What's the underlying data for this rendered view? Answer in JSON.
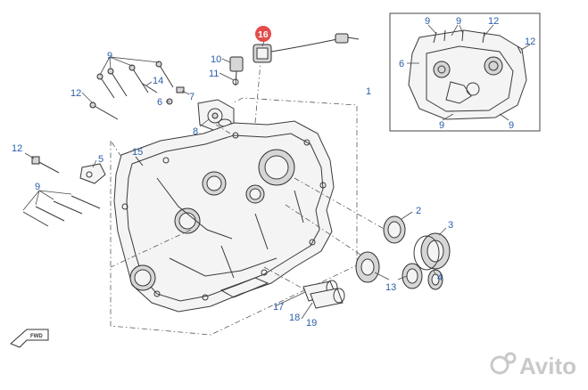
{
  "diagram": {
    "callouts": [
      {
        "id": "c1",
        "label": "1",
        "highlight": false
      },
      {
        "id": "c2",
        "label": "2",
        "highlight": false
      },
      {
        "id": "c3",
        "label": "3",
        "highlight": false
      },
      {
        "id": "c4",
        "label": "4",
        "highlight": false
      },
      {
        "id": "c5",
        "label": "5",
        "highlight": false
      },
      {
        "id": "c6",
        "label": "6",
        "highlight": false
      },
      {
        "id": "c7",
        "label": "7",
        "highlight": false
      },
      {
        "id": "c8",
        "label": "8",
        "highlight": false
      },
      {
        "id": "c9a",
        "label": "9",
        "highlight": false
      },
      {
        "id": "c9b",
        "label": "9",
        "highlight": false
      },
      {
        "id": "c10",
        "label": "10",
        "highlight": false
      },
      {
        "id": "c11",
        "label": "11",
        "highlight": false
      },
      {
        "id": "c12a",
        "label": "12",
        "highlight": false
      },
      {
        "id": "c12b",
        "label": "12",
        "highlight": false
      },
      {
        "id": "c13",
        "label": "13",
        "highlight": false
      },
      {
        "id": "c14",
        "label": "14",
        "highlight": false
      },
      {
        "id": "c15",
        "label": "15",
        "highlight": false
      },
      {
        "id": "c16",
        "label": "16",
        "highlight": true
      },
      {
        "id": "c17",
        "label": "17",
        "highlight": false
      },
      {
        "id": "c18",
        "label": "18",
        "highlight": false
      },
      {
        "id": "c19",
        "label": "19",
        "highlight": false
      }
    ],
    "inset_callouts": [
      {
        "id": "i9a",
        "label": "9"
      },
      {
        "id": "i9b",
        "label": "9"
      },
      {
        "id": "i12a",
        "label": "12"
      },
      {
        "id": "i12b",
        "label": "12"
      },
      {
        "id": "i6",
        "label": "6"
      },
      {
        "id": "i9c",
        "label": "9"
      },
      {
        "id": "i9d",
        "label": "9"
      }
    ],
    "fwd_label": "FWD",
    "watermark": "Avito",
    "colors": {
      "callout": "#2a5ea8",
      "highlight": "#e34b4b",
      "line": "#3a3a3a"
    }
  }
}
